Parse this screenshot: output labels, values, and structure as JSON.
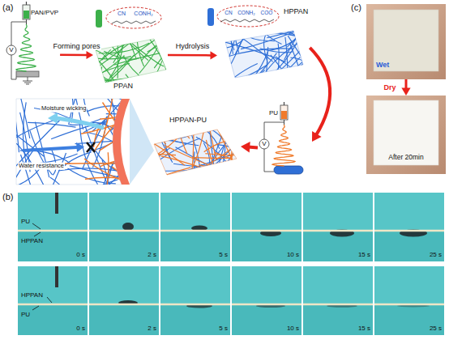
{
  "diagram": {
    "nodes": [
      {
        "text": [
          "PAN/PVP",
          "V"
        ]
      },
      {
        "text": [
          "PPAN"
        ]
      },
      {
        "text": [
          "HPPAN"
        ]
      },
      {
        "text": [
          "PU",
          "V"
        ]
      },
      {
        "text": [
          "HPPAN-PU"
        ]
      },
      {
        "text": [
          "Moisture wicking",
          "Water resistance"
        ]
      },
      {
        "text": [
          "PU",
          "HPPAN",
          "0 s"
        ]
      },
      {
        "text": [
          "2 s"
        ]
      },
      {
        "text": [
          "5 s"
        ]
      },
      {
        "text": [
          "10 s"
        ]
      },
      {
        "text": [
          "15 s"
        ]
      },
      {
        "text": [
          "25 s"
        ]
      },
      {
        "text": [
          "HPPAN",
          "PU",
          "0 s"
        ]
      },
      {
        "text": [
          "2 s"
        ]
      },
      {
        "text": [
          "5 s"
        ]
      },
      {
        "text": [
          "10 s"
        ]
      },
      {
        "text": [
          "15 s"
        ]
      },
      {
        "text": [
          "25 s"
        ]
      },
      {
        "text": [
          "Wet"
        ]
      },
      {
        "text": [
          "After 20min"
        ]
      }
    ],
    "edges": [
      {
        "from": 0,
        "to": 1,
        "label": "Forming pores",
        "arrow": "to"
      },
      {
        "from": 1,
        "to": 2,
        "label": "Hydrolysis",
        "arrow": "to"
      },
      {
        "from": 2,
        "to": 3,
        "arrow": "to"
      },
      {
        "from": 3,
        "to": 4,
        "arrow": "to"
      },
      {
        "from": 18,
        "to": 19,
        "label": "Dry",
        "arrow": "to"
      }
    ],
    "labels": [
      "(a)",
      "CN",
      "CONH₂",
      "CN",
      "CONH₂",
      "COO",
      "(b)",
      "(c)"
    ]
  }
}
